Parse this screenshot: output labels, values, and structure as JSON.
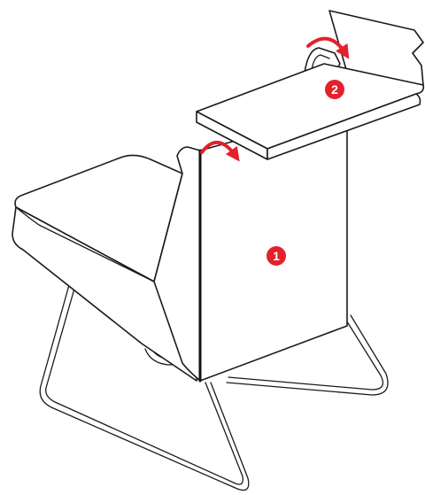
{
  "steps": [
    {
      "number": "1",
      "color": "#e3212d"
    },
    {
      "number": "2",
      "color": "#e3212d"
    }
  ],
  "arrows": {
    "color": "#e3212d",
    "direction_1": "clockwise",
    "direction_2": "clockwise"
  },
  "line_color": "#1a1a1a"
}
